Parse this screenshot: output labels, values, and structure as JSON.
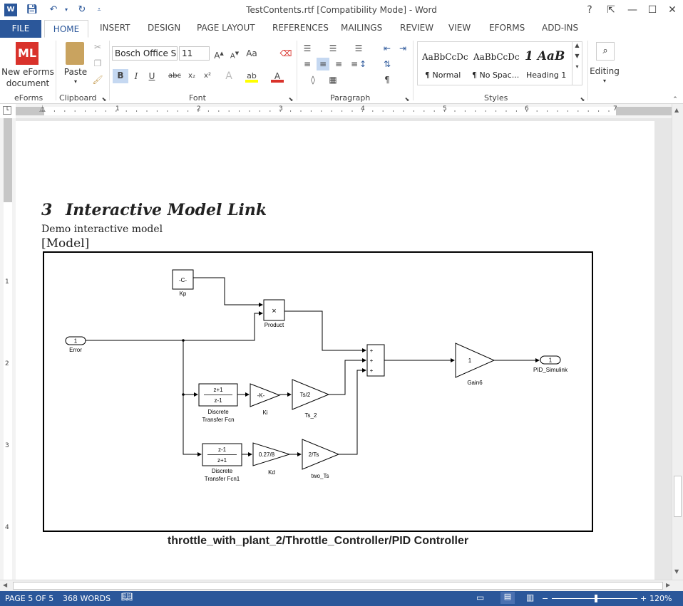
{
  "window": {
    "title": "TestContents.rtf [Compatibility Mode] - Word",
    "help": "?",
    "min": "—",
    "max": "☐",
    "close": "✕"
  },
  "tabs": [
    "FILE",
    "HOME",
    "INSERT",
    "DESIGN",
    "PAGE LAYOUT",
    "REFERENCES",
    "MAILINGS",
    "REVIEW",
    "VIEW",
    "EFORMS",
    "ADD-INS"
  ],
  "ribbon": {
    "eforms": {
      "icon_text": "ML",
      "label1": "New eForms",
      "label2": "document",
      "group": "eForms"
    },
    "clipboard": {
      "paste": "Paste",
      "group": "Clipboard"
    },
    "font": {
      "name": "Bosch Office S",
      "size": "11",
      "group": "Font"
    },
    "paragraph": {
      "group": "Paragraph"
    },
    "styles": {
      "items": [
        {
          "preview": "AaBbCcDc",
          "name": "¶ Normal"
        },
        {
          "preview": "AaBbCcDc",
          "name": "¶ No Spac..."
        },
        {
          "preview": "1  AaB",
          "name": "Heading 1"
        }
      ],
      "group": "Styles"
    },
    "editing": {
      "label": "Editing"
    }
  },
  "ruler": {
    "marks": [
      "1",
      "2",
      "3",
      "4",
      "5",
      "6",
      "7"
    ]
  },
  "vruler": {
    "marks": [
      "1",
      "2",
      "3",
      "4"
    ]
  },
  "document": {
    "heading_number": "3",
    "heading_text": "Interactive Model Link",
    "paragraph": "Demo interactive model",
    "model_tag": "[Model]",
    "caption": "throttle_with_plant_2/Throttle_Controller/PID Controller",
    "diagram": {
      "kp_block": "-C-",
      "kp_label": "Kp",
      "product_symbol": "×",
      "product_label": "Product",
      "error_port": "1",
      "error_label": "Error",
      "dtf1_num": "z+1",
      "dtf1_den": "z-1",
      "dtf1_label1": "Discrete",
      "dtf1_label2": "Transfer Fcn",
      "ki_block": "-K-",
      "ki_label": "Ki",
      "ts2_block": "Ts/2",
      "ts2_label": "Ts_2",
      "dtf2_num": "z-1",
      "dtf2_den": "z+1",
      "dtf2_label1": "Discrete",
      "dtf2_label2": "Transfer Fcn1",
      "kd_block": "0.27/8",
      "kd_label": "Kd",
      "twots_block": "2/Ts",
      "twots_label": "two_Ts",
      "sum_signs": [
        "+",
        "+",
        "+"
      ],
      "gain_block": "1",
      "gain_label": "Gain6",
      "out_port": "1",
      "out_label": "PID_Simulink"
    }
  },
  "status": {
    "page": "PAGE 5 OF 5",
    "words": "368 WORDS",
    "zoom": "120%"
  },
  "colors": {
    "accent": "#2b579a",
    "eforms_red": "#d9322b"
  }
}
